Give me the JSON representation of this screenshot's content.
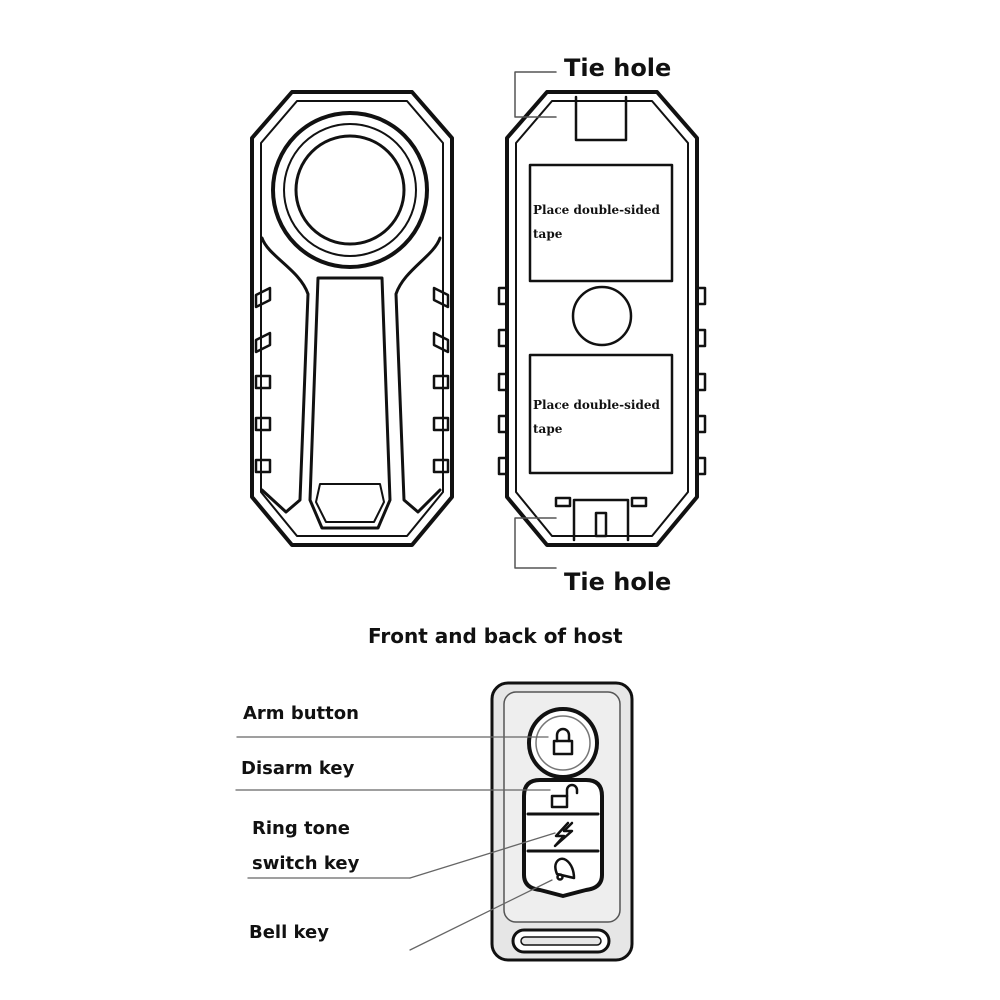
{
  "host": {
    "top_tie_hole_label": "Tie hole",
    "bottom_tie_hole_label": "Tie hole",
    "tape_upper_label": "Place double-sided tape",
    "tape_lower_label": "Place double-sided tape",
    "caption": "Front and back of host"
  },
  "remote": {
    "arm_label": "Arm button",
    "disarm_label": "Disarm key",
    "ringtone_label_line1": "Ring tone",
    "ringtone_label_line2": "switch key",
    "bell_label": "Bell key"
  },
  "icons": [
    "lock-closed-icon",
    "lock-open-icon",
    "lightning-icon",
    "bell-icon"
  ],
  "colors": {
    "stroke": "#111111",
    "leader": "#555555",
    "remote_body": "#e6e6e6"
  }
}
